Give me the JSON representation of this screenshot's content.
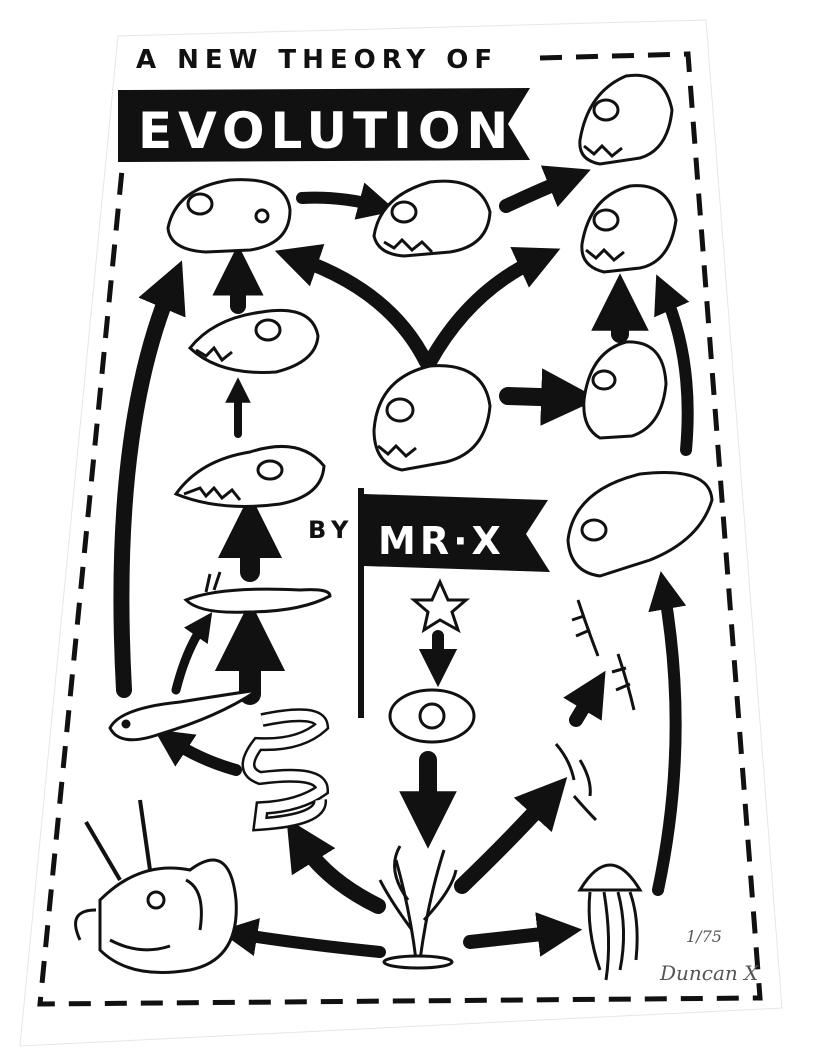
{
  "poster": {
    "heading_line1": "A NEW THEORY OF",
    "heading_banner": "EVOLUTION",
    "by_label": "BY",
    "author_flag": "MR·X",
    "edition_number": "1/75",
    "signature": "Duncan X"
  },
  "colors": {
    "ink": "#111111",
    "paper": "#ffffff",
    "background": "#ffffff"
  },
  "illustrations": [
    "triceratops-skull-icon",
    "seaweed-icon",
    "jellyfish-icon",
    "worm-icon",
    "tadpole-fish-icon",
    "eel-creature-icon",
    "lizard-skull-icon",
    "canine-skull-icon",
    "small-skull-icon",
    "ape-skull-icon",
    "gorilla-skull-icon",
    "human-skull-icon",
    "elongated-skull-icon",
    "starfish-icon",
    "cell-icon",
    "larva-icon",
    "insect-icon"
  ]
}
